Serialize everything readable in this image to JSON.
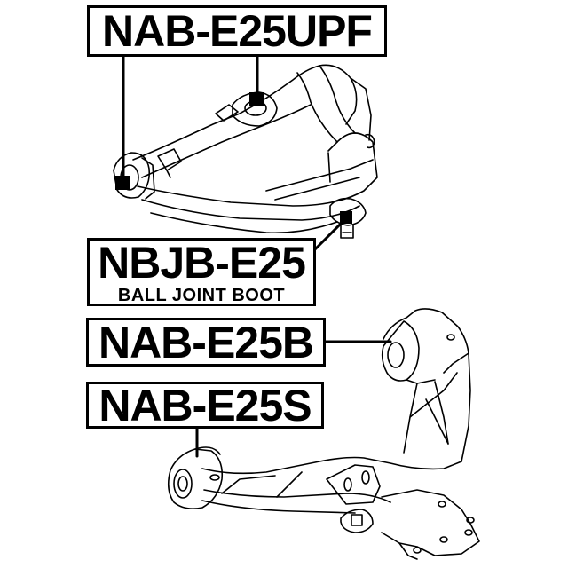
{
  "diagram": {
    "type": "auto parts exploded callout diagram",
    "colors": {
      "line": "#000000",
      "background": "#ffffff"
    },
    "labels": [
      {
        "id": "upper",
        "part_number": "NAB-E25UPF",
        "description": ""
      },
      {
        "id": "balljoint",
        "part_number": "NBJB-E25",
        "description": "BALL JOINT BOOT"
      },
      {
        "id": "rear",
        "part_number": "NAB-E25B",
        "description": ""
      },
      {
        "id": "front",
        "part_number": "NAB-E25S",
        "description": ""
      }
    ],
    "components": [
      {
        "name": "upper-control-arm",
        "callouts": [
          "NAB-E25UPF",
          "NAB-E25UPF",
          "NBJB-E25"
        ]
      },
      {
        "name": "lower-control-arm",
        "callouts": [
          "NAB-E25B",
          "NAB-E25S"
        ]
      }
    ]
  }
}
